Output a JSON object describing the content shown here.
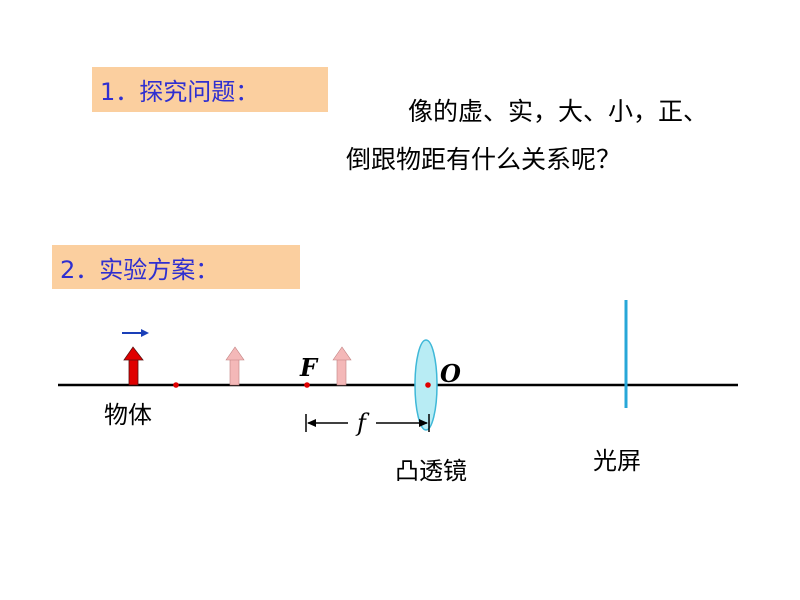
{
  "section1": {
    "label": "1．探究问题："
  },
  "question": {
    "line1": "像的虚、实，大、小，正、",
    "line2": "倒跟物距有什么关系呢？"
  },
  "section2": {
    "label": "2．实验方案："
  },
  "diagram": {
    "labels": {
      "object": "物体",
      "focal_point": "F",
      "optical_center": "O",
      "focal_length": "f",
      "lens": "凸透镜",
      "screen": "光屏"
    },
    "colors": {
      "axis": "#000000",
      "object_arrow": "#e00000",
      "faded_arrow": "#f4b8b8",
      "direction_arrow": "#1a3fb8",
      "point": "#e00000",
      "lens_fill": "#b8ecf4",
      "lens_stroke": "#3fb8d8",
      "screen": "#27a7d8"
    },
    "icons": [
      "object-arrow-icon",
      "direction-arrow-icon",
      "convex-lens-icon"
    ]
  }
}
